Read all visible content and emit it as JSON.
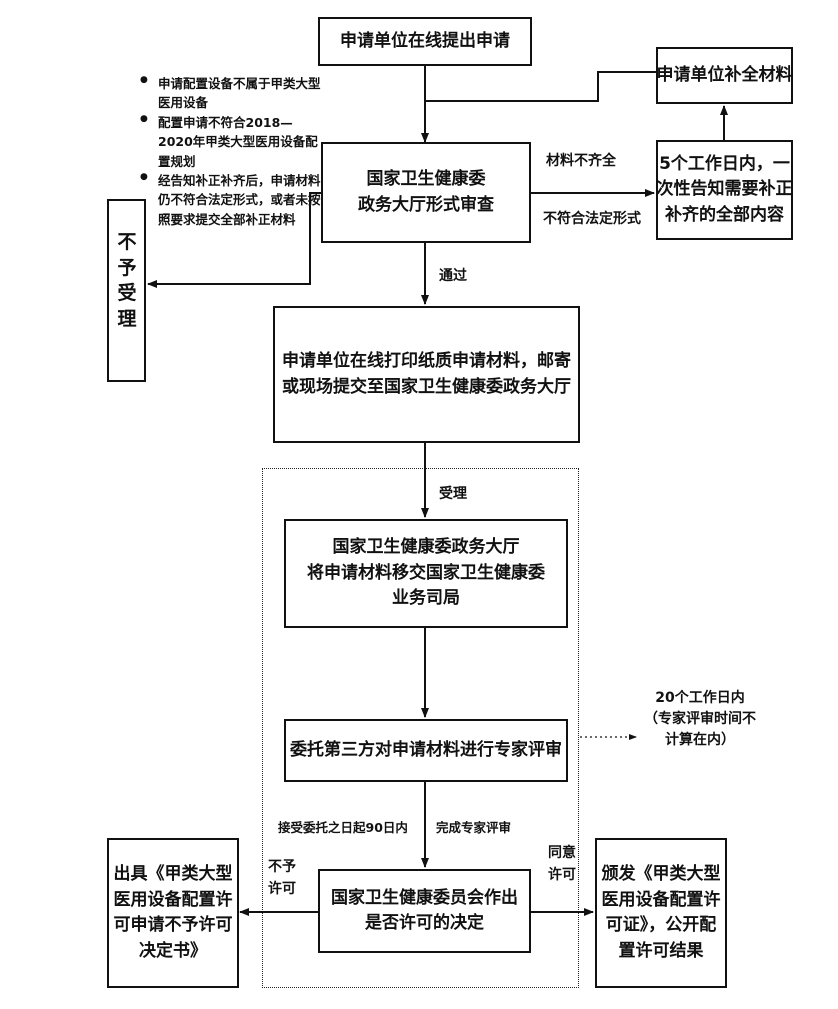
{
  "nodes": {
    "apply_online": "申请单位在线提出申请",
    "supplement": "申请单位补全材料",
    "formal_review": [
      "国家卫生健康委",
      "政务大厅形式审查"
    ],
    "notify_once": [
      "5个工作日内，一",
      "次性告知需要补正",
      "补齐的全部内容"
    ],
    "reject": [
      "不",
      "予",
      "受",
      "理"
    ],
    "print_submit": [
      "申请单位在线打印纸质申请材料，邮寄",
      "或现场提交至国家卫生健康委政务大厅"
    ],
    "transfer": [
      "国家卫生健康委政务大厅",
      "将申请材料移交国家卫生健康委",
      "业务司局"
    ],
    "expert_review": "委托第三方对申请材料进行专家评审",
    "decision": [
      "国家卫生健康委员会作出",
      "是否许可的决定"
    ],
    "not_permit_doc": [
      "出具《甲类大型",
      "医用设备配置许",
      "可申请不予许可",
      "决定书》"
    ],
    "issue_cert": [
      "颁发《甲类大型",
      "医用设备配置许",
      "可证》，公开配",
      "置许可结果"
    ]
  },
  "reject_reasons": [
    "申请配置设备不属于甲类大型医用设备",
    "配置申请不符合2018—2020年甲类大型医用设备配置规划",
    "经告知补正补齐后，申请材料仍不符合法定形式，或者未按照要求提交全部补正材料"
  ],
  "labels": {
    "materials_incomplete": "材料不齐全",
    "not_legal_form": "不符合法定形式",
    "passed": "通过",
    "accepted": "受理",
    "time_limit": [
      "20个工作日内",
      "（专家评审时间不",
      "计算在内）"
    ],
    "within_90_days": "接受委托之日起90日内",
    "review_complete": "完成专家评审",
    "not_permit": [
      "不予",
      "许可"
    ],
    "agree_permit": [
      "同意",
      "许可"
    ]
  }
}
